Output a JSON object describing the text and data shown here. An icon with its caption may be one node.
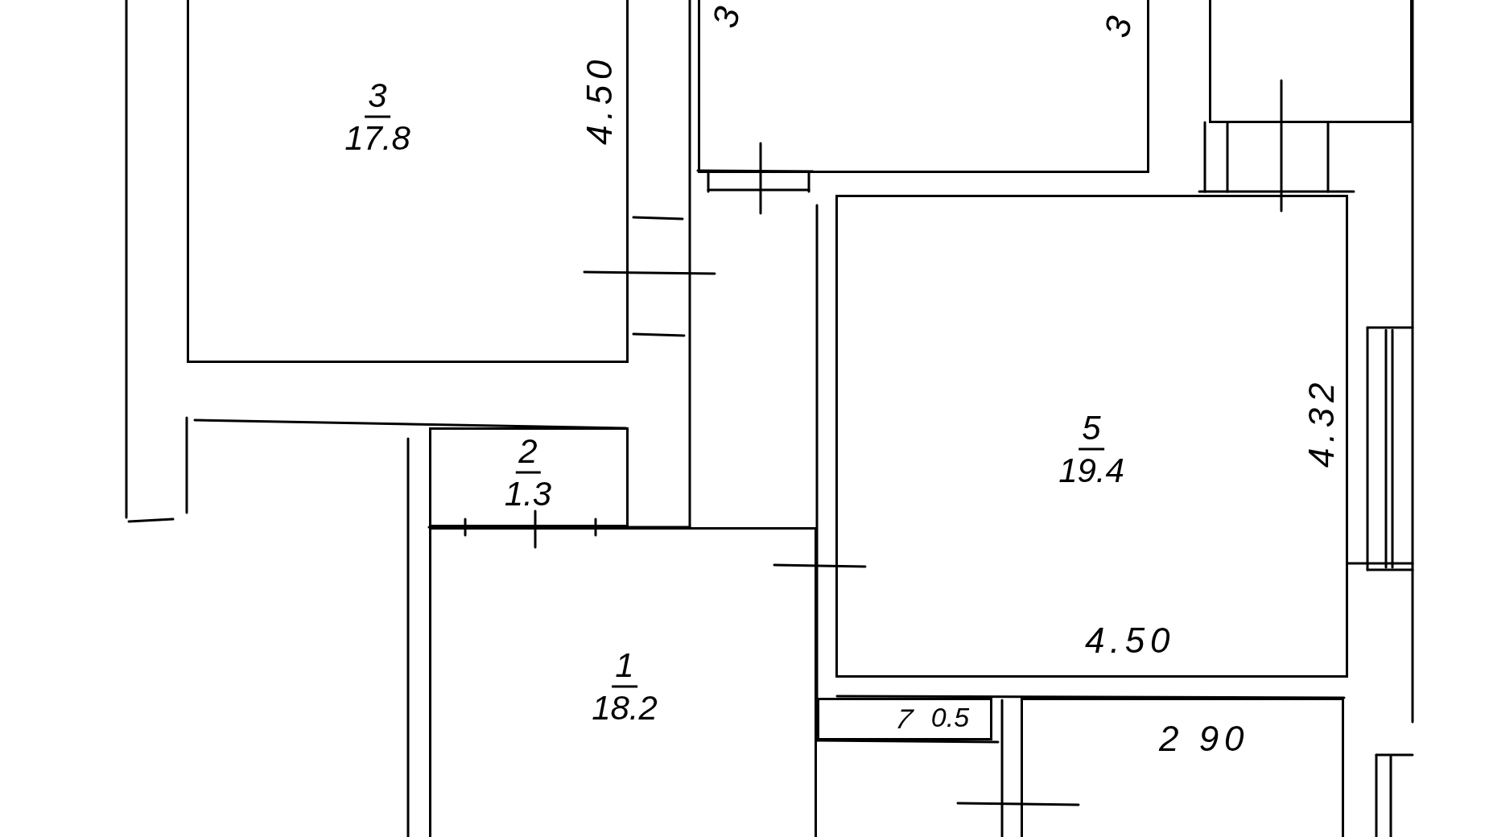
{
  "diagram": {
    "nodes": [
      {
        "text": [],
        "shape": "box"
      },
      {
        "text": [],
        "shape": "box"
      },
      {
        "text": [
          "3",
          "17.8"
        ]
      },
      {
        "text": [
          "5",
          "19.4"
        ]
      },
      {
        "text": [
          "2",
          "1.3"
        ]
      },
      {
        "text": [
          "1",
          "18.2"
        ]
      },
      {
        "text": [
          "7",
          "0.5"
        ]
      },
      {
        "text": [],
        "shape": "box"
      }
    ],
    "edges": [],
    "labels": [
      "3",
      "3",
      "4.50",
      "4.32",
      "4.50",
      "2 90"
    ]
  }
}
